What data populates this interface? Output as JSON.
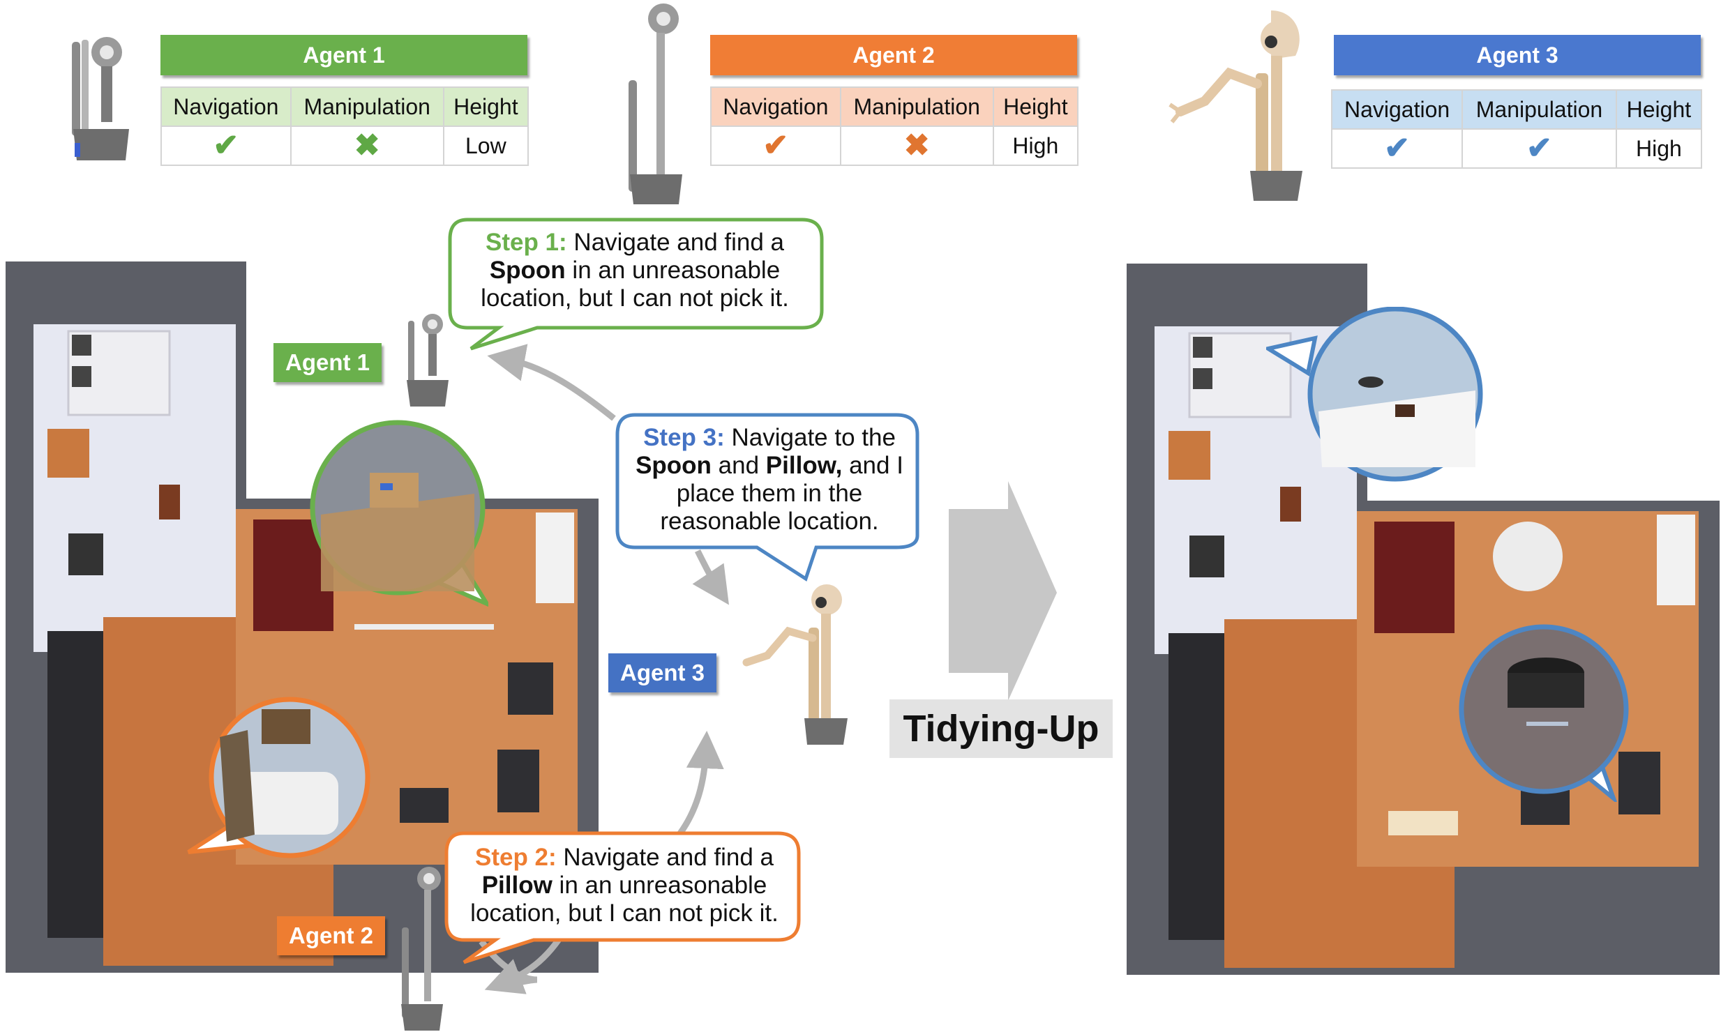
{
  "agents": [
    {
      "name": "Agent 1",
      "color": "#6ab04c",
      "header_color": "#6ab04c",
      "table_bg": "#d8ecc9",
      "mark_color": "#5fa845",
      "columns": [
        "Navigation",
        "Manipulation",
        "Height"
      ],
      "navigation": "check",
      "manipulation": "cross",
      "height": "Low"
    },
    {
      "name": "Agent 2",
      "color": "#ee7d31",
      "header_color": "#f07d35",
      "table_bg": "#fad2bd",
      "mark_color": "#e07530",
      "columns": [
        "Navigation",
        "Manipulation",
        "Height"
      ],
      "navigation": "check",
      "manipulation": "cross",
      "height": "High"
    },
    {
      "name": "Agent 3",
      "color": "#4472c4",
      "header_color": "#4a78cf",
      "table_bg": "#c7def2",
      "mark_color": "#4d86c4",
      "columns": [
        "Navigation",
        "Manipulation",
        "Height"
      ],
      "navigation": "check",
      "manipulation": "check",
      "height": "High"
    }
  ],
  "steps": [
    {
      "label": "Step 1:",
      "color": "#6ab04c",
      "parts": [
        {
          "t": " Navigate and find a ",
          "b": false
        },
        {
          "t": "Spoon",
          "b": true
        },
        {
          "t": " in an unreasonable location, but I can not pick it.",
          "b": false
        }
      ]
    },
    {
      "label": "Step 2:",
      "color": "#ee7d31",
      "parts": [
        {
          "t": " Navigate and find a ",
          "b": false
        },
        {
          "t": "Pillow",
          "b": true
        },
        {
          "t": " in an unreasonable location, but I can not pick it.",
          "b": false
        }
      ]
    },
    {
      "label": "Step 3:",
      "color": "#4472c4",
      "parts": [
        {
          "t": " Navigate to the ",
          "b": false
        },
        {
          "t": "Spoon",
          "b": true
        },
        {
          "t": " and ",
          "b": false
        },
        {
          "t": "Pillow,",
          "b": true
        },
        {
          "t": " and I place them in the reasonable location.",
          "b": false
        }
      ]
    }
  ],
  "tidying_label": "Tidying-Up",
  "icons": {
    "check": "✔",
    "cross": "✖"
  }
}
